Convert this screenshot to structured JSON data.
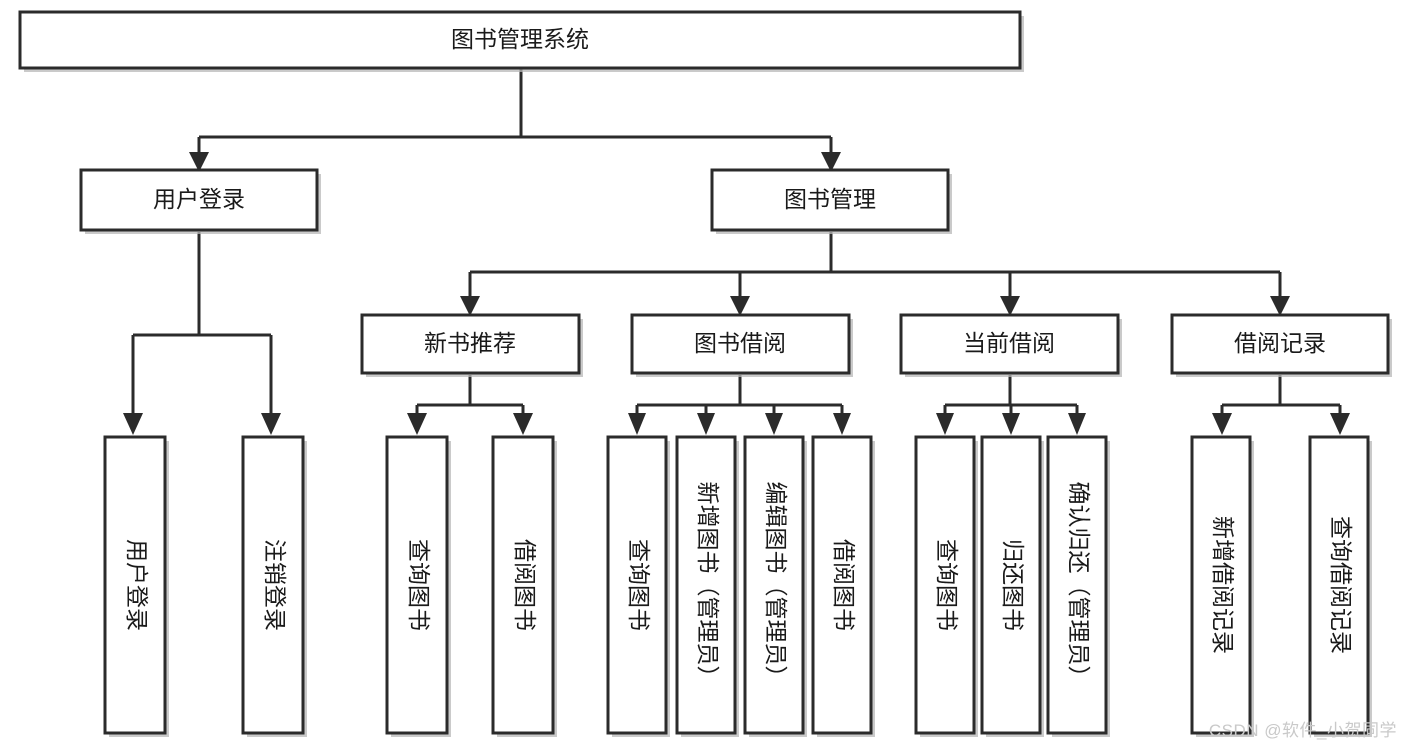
{
  "diagram": {
    "title_node": {
      "label": "图书管理系统"
    },
    "level2": [
      {
        "id": "user-login",
        "label": "用户登录"
      },
      {
        "id": "book-management",
        "label": "图书管理"
      }
    ],
    "level3": [
      {
        "id": "new-book-recommend",
        "label": "新书推荐"
      },
      {
        "id": "book-borrow",
        "label": "图书借阅"
      },
      {
        "id": "current-borrow",
        "label": "当前借阅"
      },
      {
        "id": "borrow-record",
        "label": "借阅记录"
      }
    ],
    "leaves": {
      "user_login": [
        {
          "id": "leaf-user-login",
          "label": "用户登录"
        },
        {
          "id": "leaf-logout-login",
          "label": "注销登录"
        }
      ],
      "new_book_recommend": [
        {
          "id": "leaf-query-book-1",
          "label": "查询图书"
        },
        {
          "id": "leaf-borrow-book-1",
          "label": "借阅图书"
        }
      ],
      "book_borrow": [
        {
          "id": "leaf-query-book-2",
          "label": "查询图书"
        },
        {
          "id": "leaf-add-book",
          "label": "新增图书（管理员）"
        },
        {
          "id": "leaf-edit-book",
          "label": "编辑图书（管理员）"
        },
        {
          "id": "leaf-borrow-book-2",
          "label": "借阅图书"
        }
      ],
      "current_borrow": [
        {
          "id": "leaf-query-book-3",
          "label": "查询图书"
        },
        {
          "id": "leaf-return-book",
          "label": "归还图书"
        },
        {
          "id": "leaf-confirm-return",
          "label": "确认归还（管理员）"
        }
      ],
      "borrow_record": [
        {
          "id": "leaf-add-borrow-record",
          "label": "新增借阅记录"
        },
        {
          "id": "leaf-query-borrow-record",
          "label": "查询借阅记录"
        }
      ]
    },
    "colors": {
      "box_fill": "#ffffff",
      "box_stroke": "#2b2b2b",
      "connector": "#2b2b2b",
      "text": "#1a1a1a",
      "watermark": "#c9c9c9",
      "background": "#ffffff"
    }
  },
  "watermark": {
    "text": "CSDN @软件_小贺同学"
  }
}
